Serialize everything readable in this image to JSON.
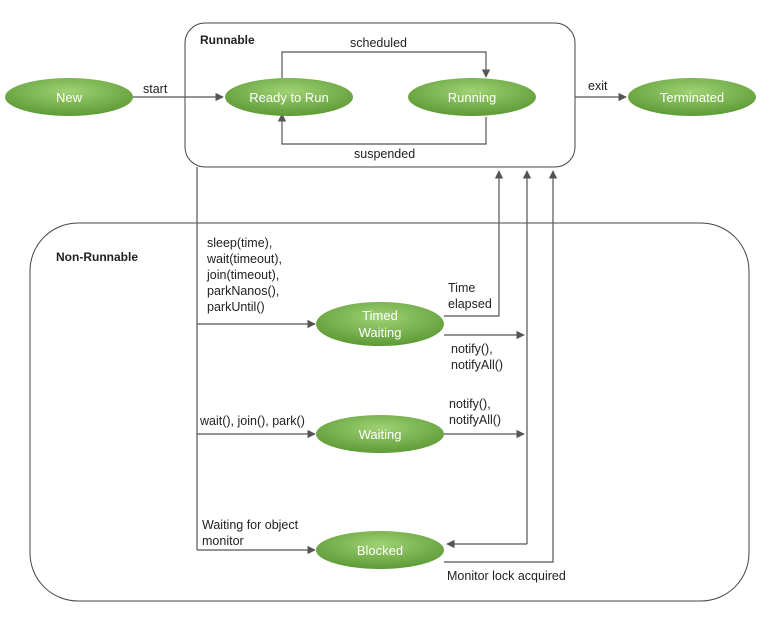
{
  "colors": {
    "state_fill_light": "#8dc563",
    "state_fill_dark": "#5d9a35",
    "state_text": "#ffffff",
    "line": "#555555"
  },
  "groups": {
    "runnable": "Runnable",
    "non_runnable": "Non-Runnable"
  },
  "states": {
    "new": "New",
    "ready_to_run": "Ready to Run",
    "running": "Running",
    "terminated": "Terminated",
    "timed_waiting": "Timed\nWaiting",
    "waiting": "Waiting",
    "blocked": "Blocked"
  },
  "transitions": {
    "start": "start",
    "scheduled": "scheduled",
    "suspended": "suspended",
    "exit": "exit",
    "timed_wait_calls": "sleep(time),\nwait(timeout),\njoin(timeout),\nparkNanos(),\nparkUntil()",
    "time_elapsed": "Time\nelapsed",
    "notify_timed": "notify(),\nnotifyAll()",
    "wait_calls": "wait(), join(), park()",
    "notify_waiting": "notify(),\nnotifyAll()",
    "waiting_for_monitor": "Waiting for object\nmonitor",
    "monitor_lock_acquired": "Monitor lock acquired"
  }
}
